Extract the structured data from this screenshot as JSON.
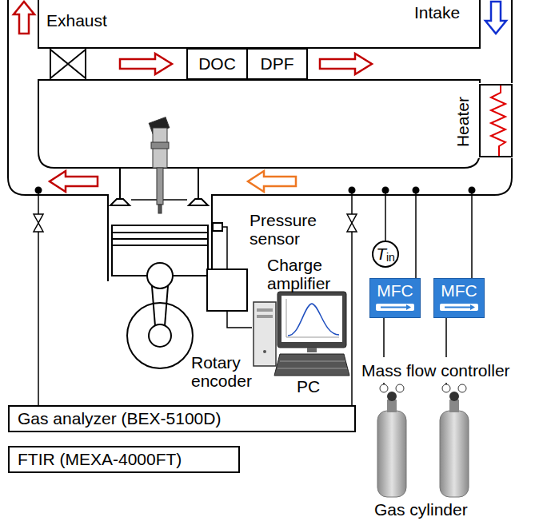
{
  "diagram": {
    "nodes": [
      {
        "text": [
          "DOC"
        ]
      },
      {
        "text": [
          "DPF"
        ]
      },
      {
        "text": [
          "Heater"
        ]
      },
      {
        "text": [
          "Pressure sensor"
        ]
      },
      {
        "text": [
          "Charge amplifier"
        ]
      },
      {
        "text": [
          "T",
          "in"
        ]
      },
      {
        "text": [
          "MFC"
        ]
      },
      {
        "text": [
          "MFC"
        ]
      },
      {
        "text": [
          "Rotary encoder"
        ]
      },
      {
        "text": [
          "PC"
        ]
      },
      {
        "text": [
          "Gas analyzer (BEX-5100D)"
        ]
      },
      {
        "text": [
          "FTIR (MEXA-4000FT)"
        ]
      }
    ],
    "edges": [
      {
        "from": 3,
        "to": 4,
        "arrow": "none"
      },
      {
        "from": 4,
        "to": 9,
        "arrow": "none"
      }
    ],
    "labels": [
      "Exhaust",
      "Intake",
      "Mass flow controller",
      "Gas cylinder"
    ]
  }
}
